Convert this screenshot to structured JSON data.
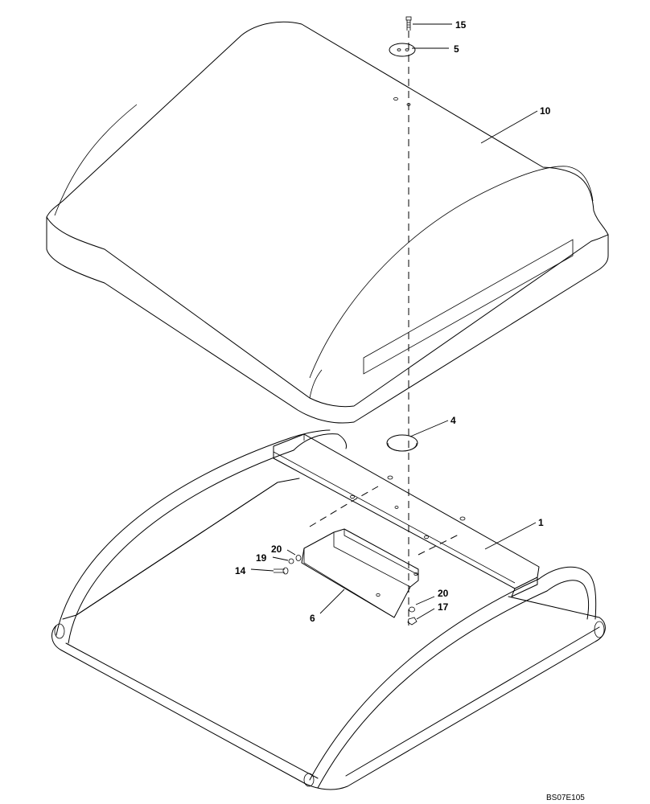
{
  "callouts": {
    "c15": "15",
    "c5": "5",
    "c10": "10",
    "c4": "4",
    "c1": "1",
    "c20a": "20",
    "c19": "19",
    "c14": "14",
    "c6": "6",
    "c20b": "20",
    "c17": "17"
  },
  "drawing_code": "BS07E105"
}
